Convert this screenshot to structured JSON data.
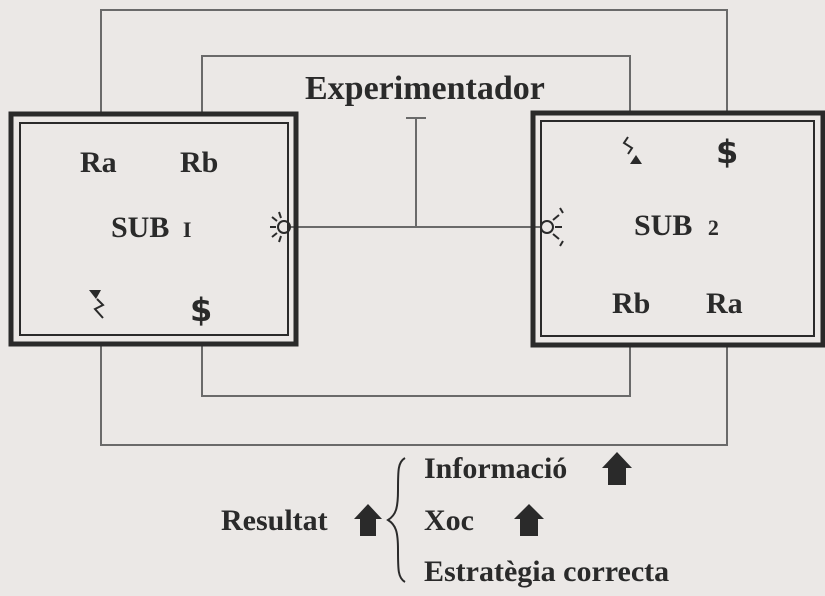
{
  "experimenter": {
    "label": "Experimentador"
  },
  "subject1": {
    "title": "SUB",
    "number": "I",
    "response_a": "Ra",
    "response_b": "Rb",
    "reward_symbol": "$",
    "shock_icon": "shock-down-icon",
    "light_icon": "light-bulb-icon"
  },
  "subject2": {
    "title": "SUB",
    "number": "2",
    "response_a": "Ra",
    "response_b": "Rb",
    "reward_symbol": "$",
    "shock_icon": "shock-up-icon",
    "light_icon": "light-bulb-icon"
  },
  "legend": {
    "result_label": "Resultat",
    "items": [
      "Informació",
      "Xoc",
      "Estratègia correcta"
    ]
  },
  "colors": {
    "ink": "#2a2a2a",
    "line": "#6a6a6a",
    "background": "#ebe8e6"
  }
}
